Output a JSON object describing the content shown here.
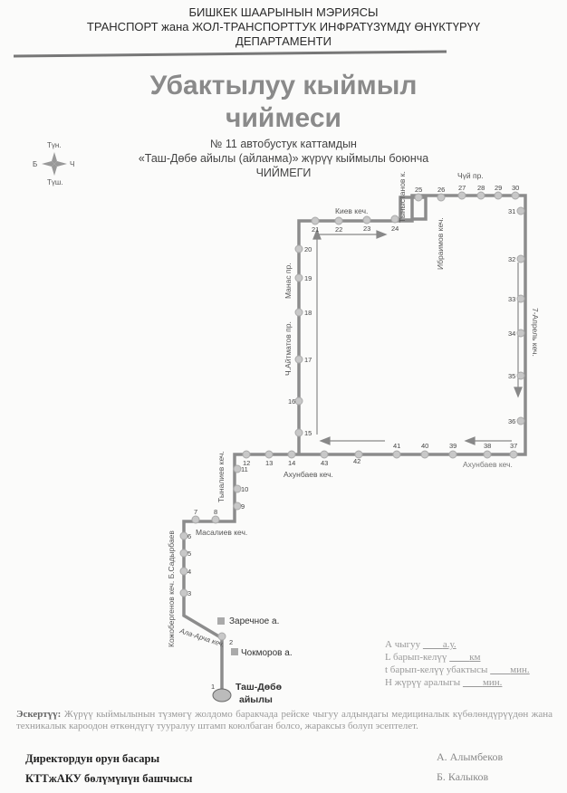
{
  "header": {
    "line1": "БИШКЕК ШААРЫНЫН МЭРИЯСЫ",
    "line2": "ТРАНСПОРТ жана ЖОЛ-ТРАНСПОРТТУК ИНФРАТҮЗҮМДҮ ӨНҮКТҮРҮҮ",
    "line3": "ДЕПАРТАМЕНТИ"
  },
  "title": {
    "line1": "Убактылуу кыймыл",
    "line2": "чиймеси"
  },
  "subtitle": {
    "line1": "№ 11 автобустук каттамдын",
    "line2": "«Таш-Дөбө айылы (айланма)» жүрүү кыймылы боюнча",
    "line3": "ЧИЙМЕГИ"
  },
  "compass": {
    "north": "Түн.",
    "south": "Түш.",
    "west": "Б",
    "east": "Ч"
  },
  "streets": {
    "chui": "Чүй пр.",
    "kiev": "Киев кеч.",
    "tynystanov": "Тыныстанов к.",
    "ibraimov": "Ибраимов кеч.",
    "manas": "Манас пр.",
    "aitmatov": "Ч.Айтматов пр.",
    "aprel": "7-Апрель кеч.",
    "akhunbaev1": "Ахунбаев кеч.",
    "akhunbaev2": "Ахунбаев кеч.",
    "tynaliev": "Тыналиев кеч.",
    "masaliev": "Масалиев кеч.",
    "kozhobergenov": "Кожобергенов кеч. Б.Садырбаев",
    "alaarcha": "Ала-Арча кеч."
  },
  "landmarks": {
    "zarechnoe": "Заречное а.",
    "chokmorov": "Чокморов а.",
    "terminal_line1": "Таш-Дөбө",
    "terminal_line2": "айылы"
  },
  "stops": [
    "1",
    "2",
    "3",
    "4",
    "5",
    "6",
    "7",
    "8",
    "9",
    "10",
    "11",
    "12",
    "13",
    "14",
    "15",
    "16",
    "17",
    "18",
    "19",
    "20",
    "21",
    "22",
    "23",
    "24",
    "25",
    "26",
    "27",
    "28",
    "29",
    "30",
    "31",
    "32",
    "33",
    "34",
    "35",
    "36",
    "37",
    "38",
    "39",
    "40",
    "41",
    "42",
    "43"
  ],
  "info": [
    {
      "label": "А чыгуу",
      "unit": "а.у."
    },
    {
      "label": "L барып-келүү",
      "unit": "км"
    },
    {
      "label": "t барып-келүү убактысы",
      "unit": "мин."
    },
    {
      "label": "Н жүрүү аралыгы",
      "unit": "мин."
    }
  ],
  "note": {
    "label": "Эскертүү:",
    "text": "Жүрүү кыймылынын түзмөгү жолдомо баракчада рейске чыгуу алдындагы медициналык күбөлөндүрүүдөн жана техникалык кароодон өткөндүгү тууралуу штамп коюлбаган болсо, жараксыз болуп эсептелет."
  },
  "signatures": [
    {
      "position": "Директордун орун басары",
      "name": "А. Алымбеков"
    },
    {
      "position": "КТТжАКУ бөлүмүнүн башчысы",
      "name": "Б. Калыков"
    }
  ],
  "colors": {
    "route": "#8c8c8c",
    "stop": "#c8c8c8",
    "arrow": "#888888"
  }
}
